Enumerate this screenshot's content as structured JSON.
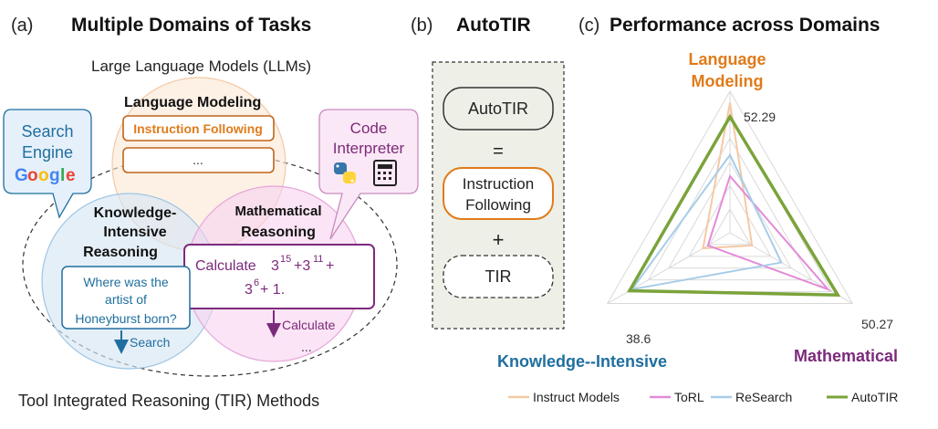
{
  "panel_a": {
    "tag": "(a)",
    "title": "Multiple Domains of Tasks",
    "llm_label": "Large Language Models  (LLMs)",
    "lm_title": "Language Modeling",
    "lm_box1": "Instruction Following",
    "lm_box2": "...",
    "search_engine_line1": "Search",
    "search_engine_line2": "Engine",
    "google": [
      "G",
      "o",
      "o",
      "g",
      "l",
      "e"
    ],
    "code_line1": "Code",
    "code_line2": "Interpreter",
    "ki_line1": "Knowledge-",
    "ki_line2": "Intensive",
    "ki_line3": "Reasoning",
    "math_line1": "Mathematical",
    "math_line2": "Reasoning",
    "calc_word": "Calculate",
    "calc_expr1": "3",
    "calc_exp1": "15",
    "calc_plus1": "+3",
    "calc_exp2": "11",
    "calc_plus2": " +",
    "calc_line2a": "3",
    "calc_exp3": "6",
    "calc_line2b": " + 1.",
    "q_line1": "Where was the",
    "q_line2": "artist of",
    "q_line3": "Honeyburst born?",
    "search_arrow_label": "Search",
    "calc_arrow_label": "Calculate",
    "calc_ellipsis": "...",
    "bottom_label": "Tool Integrated Reasoning (TIR) Methods"
  },
  "panel_b": {
    "tag": "(b)",
    "title": "AutoTIR",
    "box1": "AutoTIR",
    "eq": "=",
    "box2_line1": "Instruction",
    "box2_line2": "Following",
    "plus": "+",
    "box3": "TIR"
  },
  "panel_c": {
    "tag": "(c)",
    "title": "Performance across Domains",
    "axis_top_line1": "Language",
    "axis_top_line2": "Modeling",
    "axis_left": "Knowledge--Intensive",
    "axis_right": "Mathematical",
    "val_top": "52.29",
    "val_left": "38.6",
    "val_right": "50.27",
    "legend": [
      "Instruct Models",
      "ToRL",
      "ReSearch",
      "AutoTIR"
    ]
  },
  "colors": {
    "orange": "#e07b1a",
    "blue": "#1f6f9f",
    "purple": "#7b2a7b",
    "green": "#7aa33a",
    "pink": "#e48ad8",
    "lightblue": "#a8cde8",
    "peach": "#f5c9a5"
  },
  "chart_data": {
    "type": "radar",
    "axes": [
      "Language Modeling",
      "Knowledge--Intensive",
      "Mathematical"
    ],
    "series": [
      {
        "name": "Instruct Models",
        "values": [
          0.92,
          0.22,
          0.18
        ]
      },
      {
        "name": "ToRL",
        "values": [
          0.4,
          0.18,
          0.8
        ]
      },
      {
        "name": "ReSearch",
        "values": [
          0.55,
          0.8,
          0.42
        ]
      },
      {
        "name": "AutoTIR",
        "values": [
          0.82,
          0.82,
          0.88
        ]
      }
    ]
  }
}
